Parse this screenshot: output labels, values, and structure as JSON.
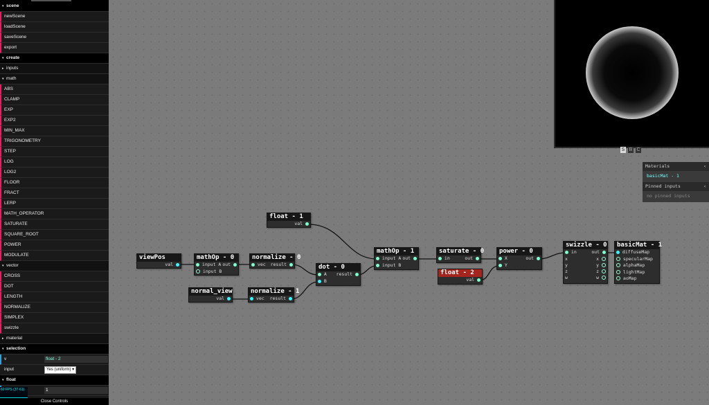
{
  "sidebar": {
    "folders": {
      "scene": "scene",
      "create": "create",
      "inputs": "inputs",
      "math": "math",
      "vector": "vector",
      "material": "material",
      "selection": "selection",
      "float": "float"
    },
    "scene_items": [
      "newScene",
      "loadScene",
      "saveScene",
      "export"
    ],
    "math_items": [
      "ABS",
      "CLAMP",
      "EXP",
      "EXP2",
      "MIN_MAX",
      "TRIGONOMETRY",
      "STEP",
      "LOG",
      "LOG2",
      "FLOOR",
      "FRACT",
      "LERP",
      "MATH_OPERATOR",
      "SATURATE",
      "SQUARE_ROOT",
      "POWER",
      "MODULATE"
    ],
    "vector_items": [
      "CROSS",
      "DOT",
      "LENGTH",
      "NORMALIZE",
      "SIMPLEX",
      "swizzle"
    ],
    "selection": {
      "name_label": "v",
      "name_value": "float - 2",
      "input_label": "input",
      "input_value": "Yes (uniform)"
    },
    "float_value": "1",
    "fps_text": "60 FPS (37-61)",
    "close_label": "Close Controls"
  },
  "preview": {
    "buttons": [
      "S",
      "B",
      "C"
    ],
    "active": "S"
  },
  "materials_panel": {
    "title": "Materials",
    "item": "basicMat - 1"
  },
  "pinned_panel": {
    "title": "Pinned inputs",
    "empty": "no pinned inputs"
  },
  "nodes": {
    "viewPos": {
      "title": "viewPos",
      "out": "val"
    },
    "mathOp0": {
      "title": "mathOp - 0",
      "inA": "input A",
      "inB": "input B",
      "out": "out"
    },
    "normalize0": {
      "title": "normalize - 0",
      "in": "vec",
      "out": "result"
    },
    "float1": {
      "title": "float - 1",
      "out": "val"
    },
    "normal_view": {
      "title": "normal_view",
      "out": "val"
    },
    "normalize1": {
      "title": "normalize - 1",
      "in": "vec",
      "out": "result"
    },
    "dot0": {
      "title": "dot - 0",
      "inA": "A",
      "inB": "B",
      "out": "result"
    },
    "mathOp1": {
      "title": "mathOp - 1",
      "inA": "input A",
      "inB": "input B",
      "out": "out"
    },
    "saturate0": {
      "title": "saturate - 0",
      "in": "in",
      "out": "out"
    },
    "float2": {
      "title": "float - 2",
      "out": "val"
    },
    "power0": {
      "title": "power - 0",
      "inX": "X",
      "inY": "Y",
      "out": "out"
    },
    "swizzle0": {
      "title": "swizzle - 0",
      "in": "in",
      "out": "out",
      "left": [
        "x",
        "y",
        "z",
        "w"
      ],
      "right": [
        "x",
        "y",
        "z",
        "w"
      ]
    },
    "basicMat1": {
      "title": "basicMat - 1",
      "inputs": [
        "diffuseMap",
        "specularMap",
        "alphaMap",
        "lightMap",
        "aoMap"
      ]
    }
  },
  "colors": {
    "port": "#7dffcf",
    "func_stripe": "#e61d5f",
    "number_stripe": "#2fa1d6",
    "selected_node": "#a3251d"
  }
}
